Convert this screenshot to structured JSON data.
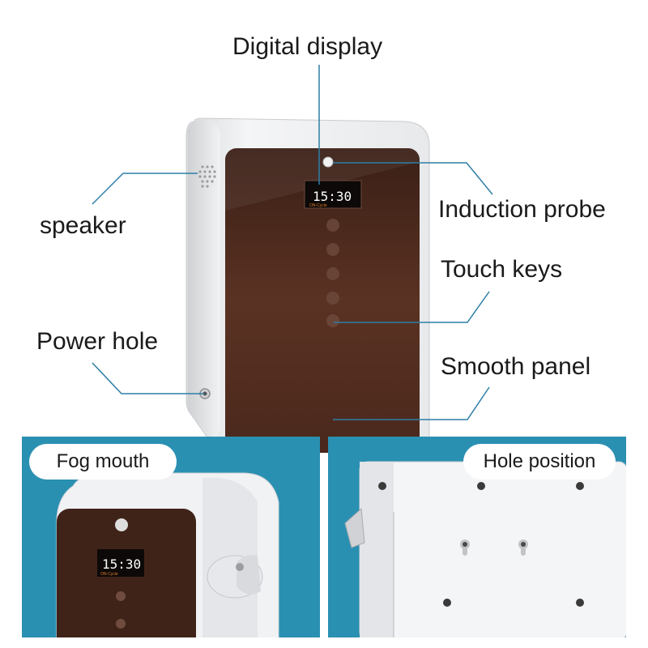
{
  "callouts": {
    "digital_display": "Digital display",
    "speaker": "speaker",
    "induction_probe": "Induction probe",
    "touch_keys": "Touch keys",
    "power_hole": "Power hole",
    "smooth_panel": "Smooth panel"
  },
  "display": {
    "time": "15:30",
    "mode": "ON-Cycle"
  },
  "panels": {
    "left_badge": "Fog mouth",
    "right_badge": "Hole position"
  },
  "colors": {
    "accent_line": "#2d7fa6",
    "panel_blue": "#2a90b2",
    "device_body": "#eeeff1",
    "front_panel": "#4a2a1f",
    "lcd_digits": "#ffffff"
  }
}
